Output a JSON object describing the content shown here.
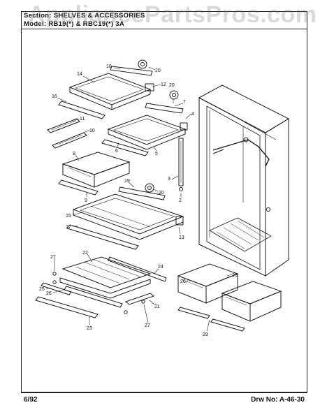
{
  "watermark": "AppliancePartsPros.com",
  "header": {
    "title": "Section: SHELVES & ACCESSORIES",
    "model": "Model: RB19(*) & RBC19(*) 3A"
  },
  "footer": {
    "date": "6/92",
    "drawing_no": "Drw No: A-46-30"
  },
  "callouts": {
    "c2": "2",
    "c3": "3",
    "c4": "4",
    "c5": "5",
    "c6": "6",
    "c7": "7",
    "c8": "8",
    "c9": "9",
    "c10": "10",
    "c11": "11",
    "c12": "12",
    "c13": "13",
    "c14": "14",
    "c15": "15",
    "c16": "16",
    "c17": "17",
    "c18": "18",
    "c19": "19",
    "c20a": "20",
    "c20b": "20",
    "c20c": "20",
    "c21": "21",
    "c22": "22",
    "c23": "23",
    "c24": "24",
    "c25": "25",
    "c26a": "26",
    "c26b": "26",
    "c27a": "27",
    "c27b": "27",
    "c28": "28",
    "c29": "29"
  }
}
